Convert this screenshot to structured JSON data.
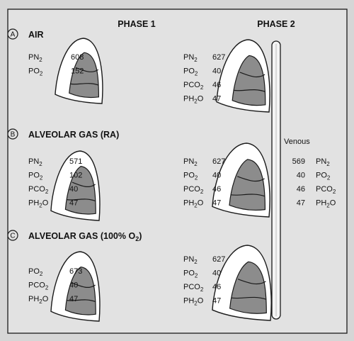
{
  "phases": {
    "phase1": "PHASE 1",
    "phase2": "PHASE 2"
  },
  "sections": [
    {
      "letter": "A",
      "title": "AIR",
      "left": [
        {
          "gas": "PN",
          "sub": "2",
          "value": "608"
        },
        {
          "gas": "PO",
          "sub": "2",
          "value": "152"
        }
      ],
      "right": [
        {
          "gas": "PN",
          "sub": "2",
          "value": "627"
        },
        {
          "gas": "PO",
          "sub": "2",
          "value": "40"
        },
        {
          "gas": "PCO",
          "sub": "2",
          "value": "46"
        },
        {
          "gas": "PH",
          "sub": "2",
          "tail": "O",
          "value": "47"
        }
      ]
    },
    {
      "letter": "B",
      "title": "ALVEOLAR GAS (RA)",
      "left": [
        {
          "gas": "PN",
          "sub": "2",
          "value": "571"
        },
        {
          "gas": "PO",
          "sub": "2",
          "value": "102"
        },
        {
          "gas": "PCO",
          "sub": "2",
          "value": "40"
        },
        {
          "gas": "PH",
          "sub": "2",
          "tail": "O",
          "value": "47"
        }
      ],
      "right": [
        {
          "gas": "PN",
          "sub": "2",
          "value": "627"
        },
        {
          "gas": "PO",
          "sub": "2",
          "value": "40"
        },
        {
          "gas": "PCO",
          "sub": "2",
          "value": "46"
        },
        {
          "gas": "PH",
          "sub": "2",
          "tail": "O",
          "value": "47"
        }
      ]
    },
    {
      "letter": "C",
      "title": "ALVEOLAR GAS (100% O",
      "title_sub": "2",
      "title_tail": ")",
      "left": [
        {
          "gas": "PO",
          "sub": "2",
          "value": "673"
        },
        {
          "gas": "PCO",
          "sub": "2",
          "value": "40"
        },
        {
          "gas": "PH",
          "sub": "2",
          "tail": "O",
          "value": "47"
        }
      ],
      "right": [
        {
          "gas": "PN",
          "sub": "2",
          "value": "627"
        },
        {
          "gas": "PO",
          "sub": "2",
          "value": "40"
        },
        {
          "gas": "PCO",
          "sub": "2",
          "value": "46"
        },
        {
          "gas": "PH",
          "sub": "2",
          "tail": "O",
          "value": "47"
        }
      ]
    }
  ],
  "venous": {
    "label": "Venous",
    "values": [
      {
        "value": "569",
        "gas": "PN",
        "sub": "2"
      },
      {
        "value": "40",
        "gas": "PO",
        "sub": "2"
      },
      {
        "value": "46",
        "gas": "PCO",
        "sub": "2"
      },
      {
        "value": "47",
        "gas": "PH",
        "sub": "2",
        "tail": "O"
      }
    ]
  },
  "colors": {
    "background": "#d6d6d6",
    "frame_fill": "#e2e2e2",
    "lung_fill": "#ffffff",
    "shading": "#8c8c8c",
    "ink": "#111111"
  }
}
